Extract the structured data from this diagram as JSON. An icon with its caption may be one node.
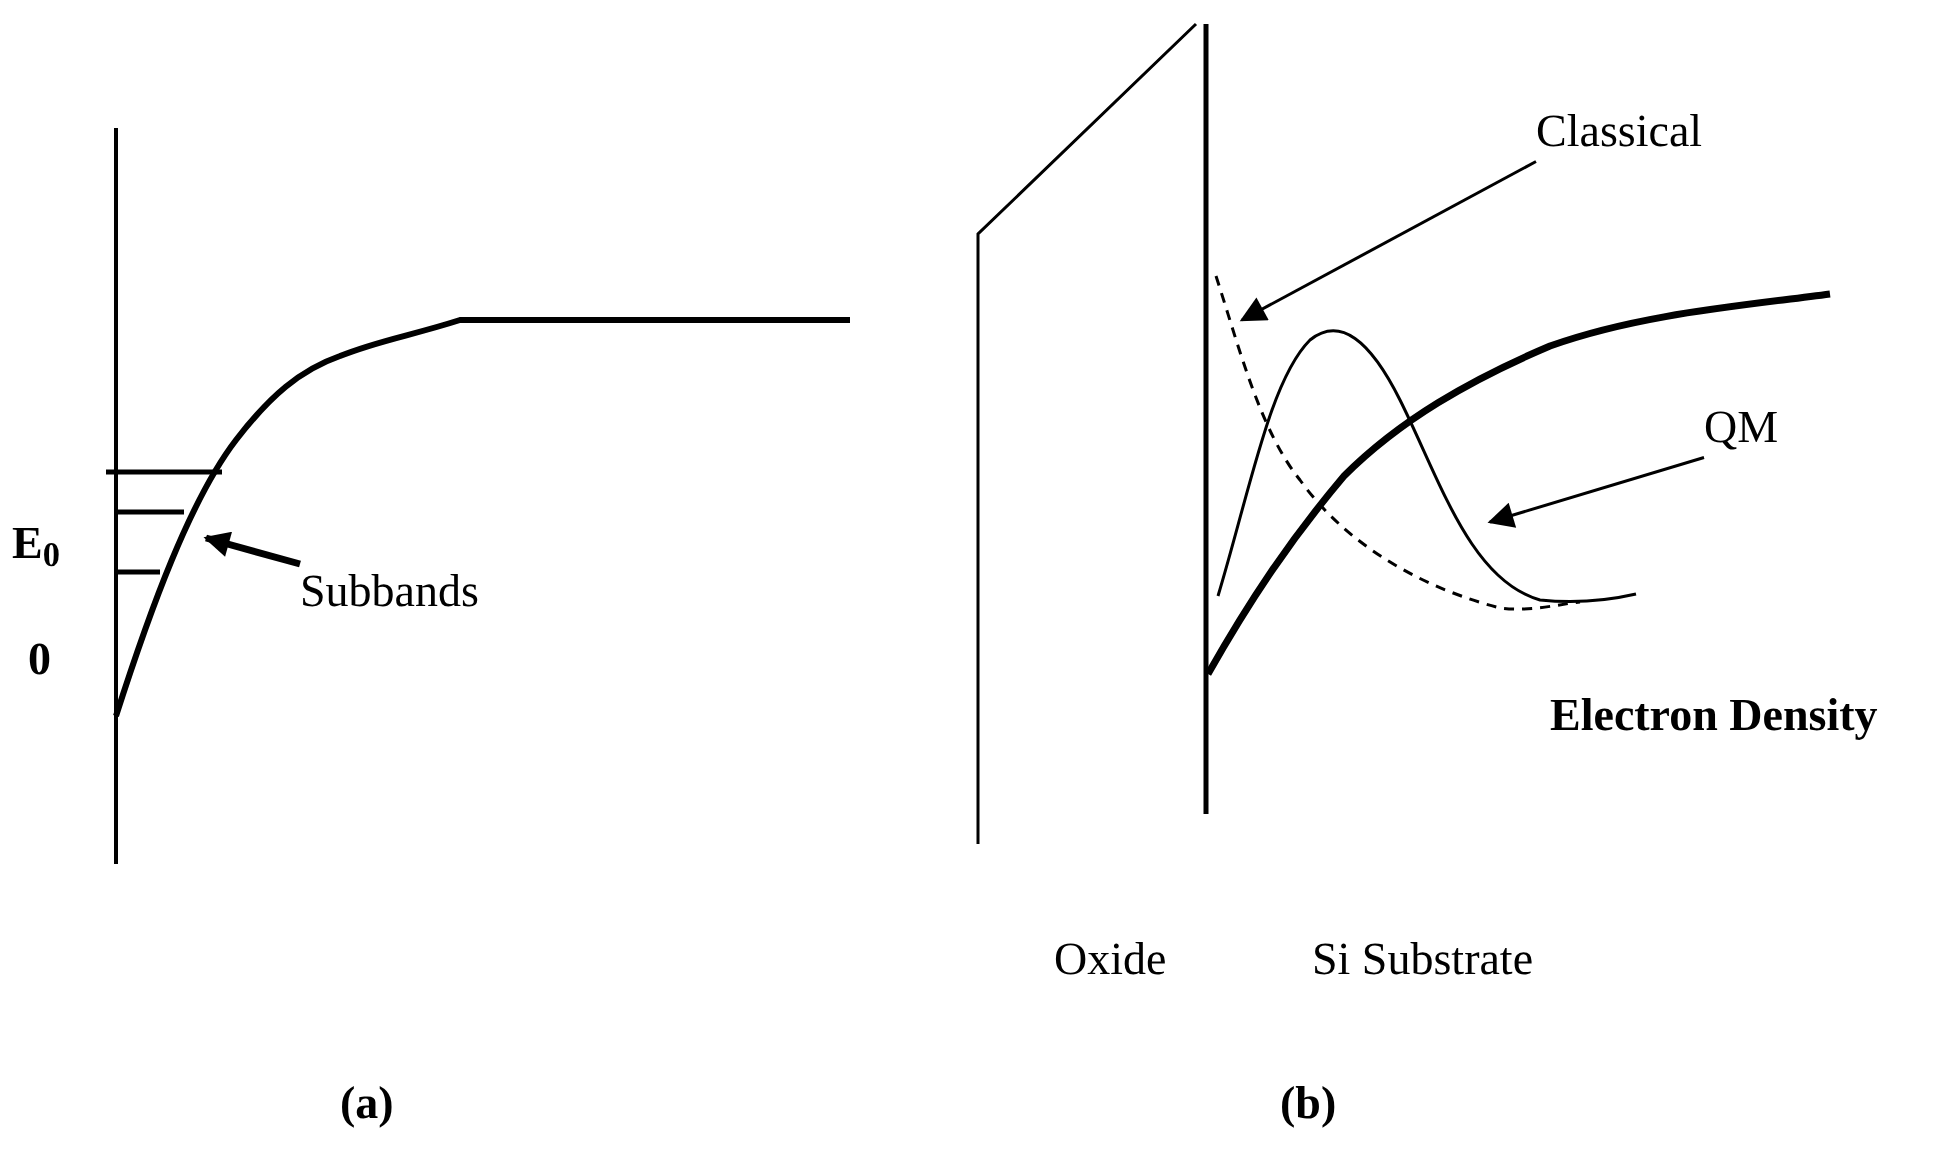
{
  "diagram": {
    "nodes": [
      {
        "text": [
          "Subbands"
        ]
      },
      {
        "text": [
          "Classical"
        ]
      },
      {
        "text": [
          "QM"
        ]
      }
    ],
    "edges": [
      {
        "from": 0,
        "to": null,
        "arrow": "to",
        "style": "thick"
      },
      {
        "from": 1,
        "to": null,
        "arrow": "to"
      },
      {
        "from": 2,
        "to": null,
        "arrow": "to"
      }
    ],
    "labels": [
      "E$_{0}$",
      "0",
      "Electron Density",
      "Oxide",
      "Si Substrate",
      "(a)",
      "(b)"
    ]
  }
}
